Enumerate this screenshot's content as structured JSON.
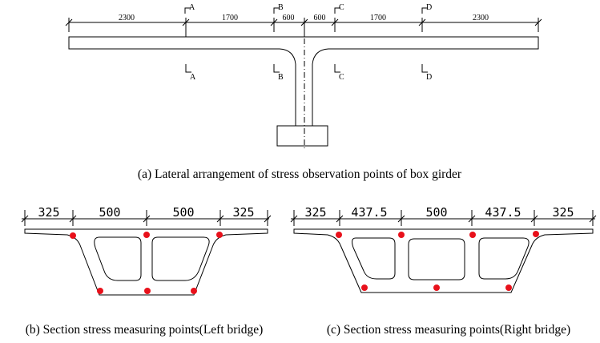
{
  "top_view": {
    "dimensions": [
      "2300",
      "1700",
      "600",
      "600",
      "1700",
      "2300"
    ],
    "section_marks_top": [
      "A",
      "B",
      "C",
      "D"
    ],
    "section_marks_bottom": [
      "A",
      "B",
      "C",
      "D"
    ],
    "caption": "(a) Lateral arrangement of stress observation points of box girder"
  },
  "left_section": {
    "dimensions": [
      "325",
      "500",
      "500",
      "325"
    ],
    "caption": "(b) Section stress measuring points(Left bridge)"
  },
  "right_section": {
    "dimensions": [
      "325",
      "437.5",
      "500",
      "437.5",
      "325"
    ],
    "caption": "(c) Section stress measuring points(Right bridge)"
  },
  "colors": {
    "line": "#000000",
    "measuring_point": "#e8111b"
  }
}
